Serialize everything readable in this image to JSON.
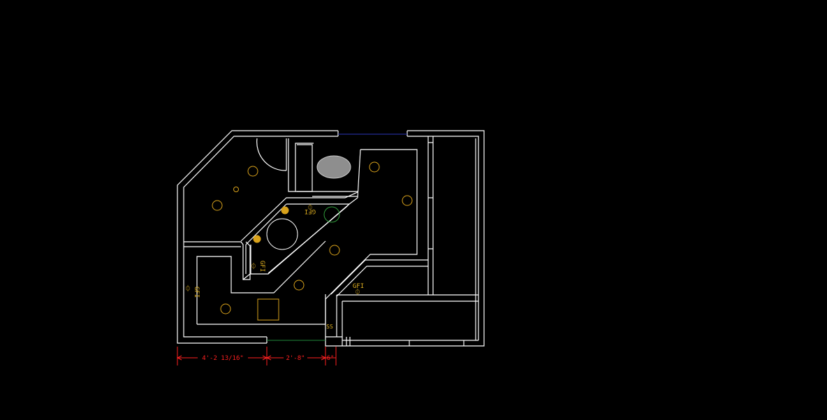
{
  "plan": {
    "colors": {
      "background": "#000000",
      "wall": "#ffffff",
      "fixture": "#c8c8c8",
      "fixture_fill": "#8e8e8e",
      "light": "#d9a21b",
      "outlet": "#e0b020",
      "dimension": "#ff2020",
      "opening_top": "#2b36b8",
      "opening_bottom": "#1f8a3a",
      "green_fixture": "#2f9a3a"
    },
    "outlets": {
      "gfi_1": "GFI",
      "gfi_2": "GFI",
      "gfi_3": "GFI",
      "gfi_4": "GFI"
    },
    "markers": {
      "ss": "SS"
    },
    "dimensions": {
      "d1": "4'-2 13/16\"",
      "d2": "2'-8\"",
      "d3": "6\""
    }
  }
}
